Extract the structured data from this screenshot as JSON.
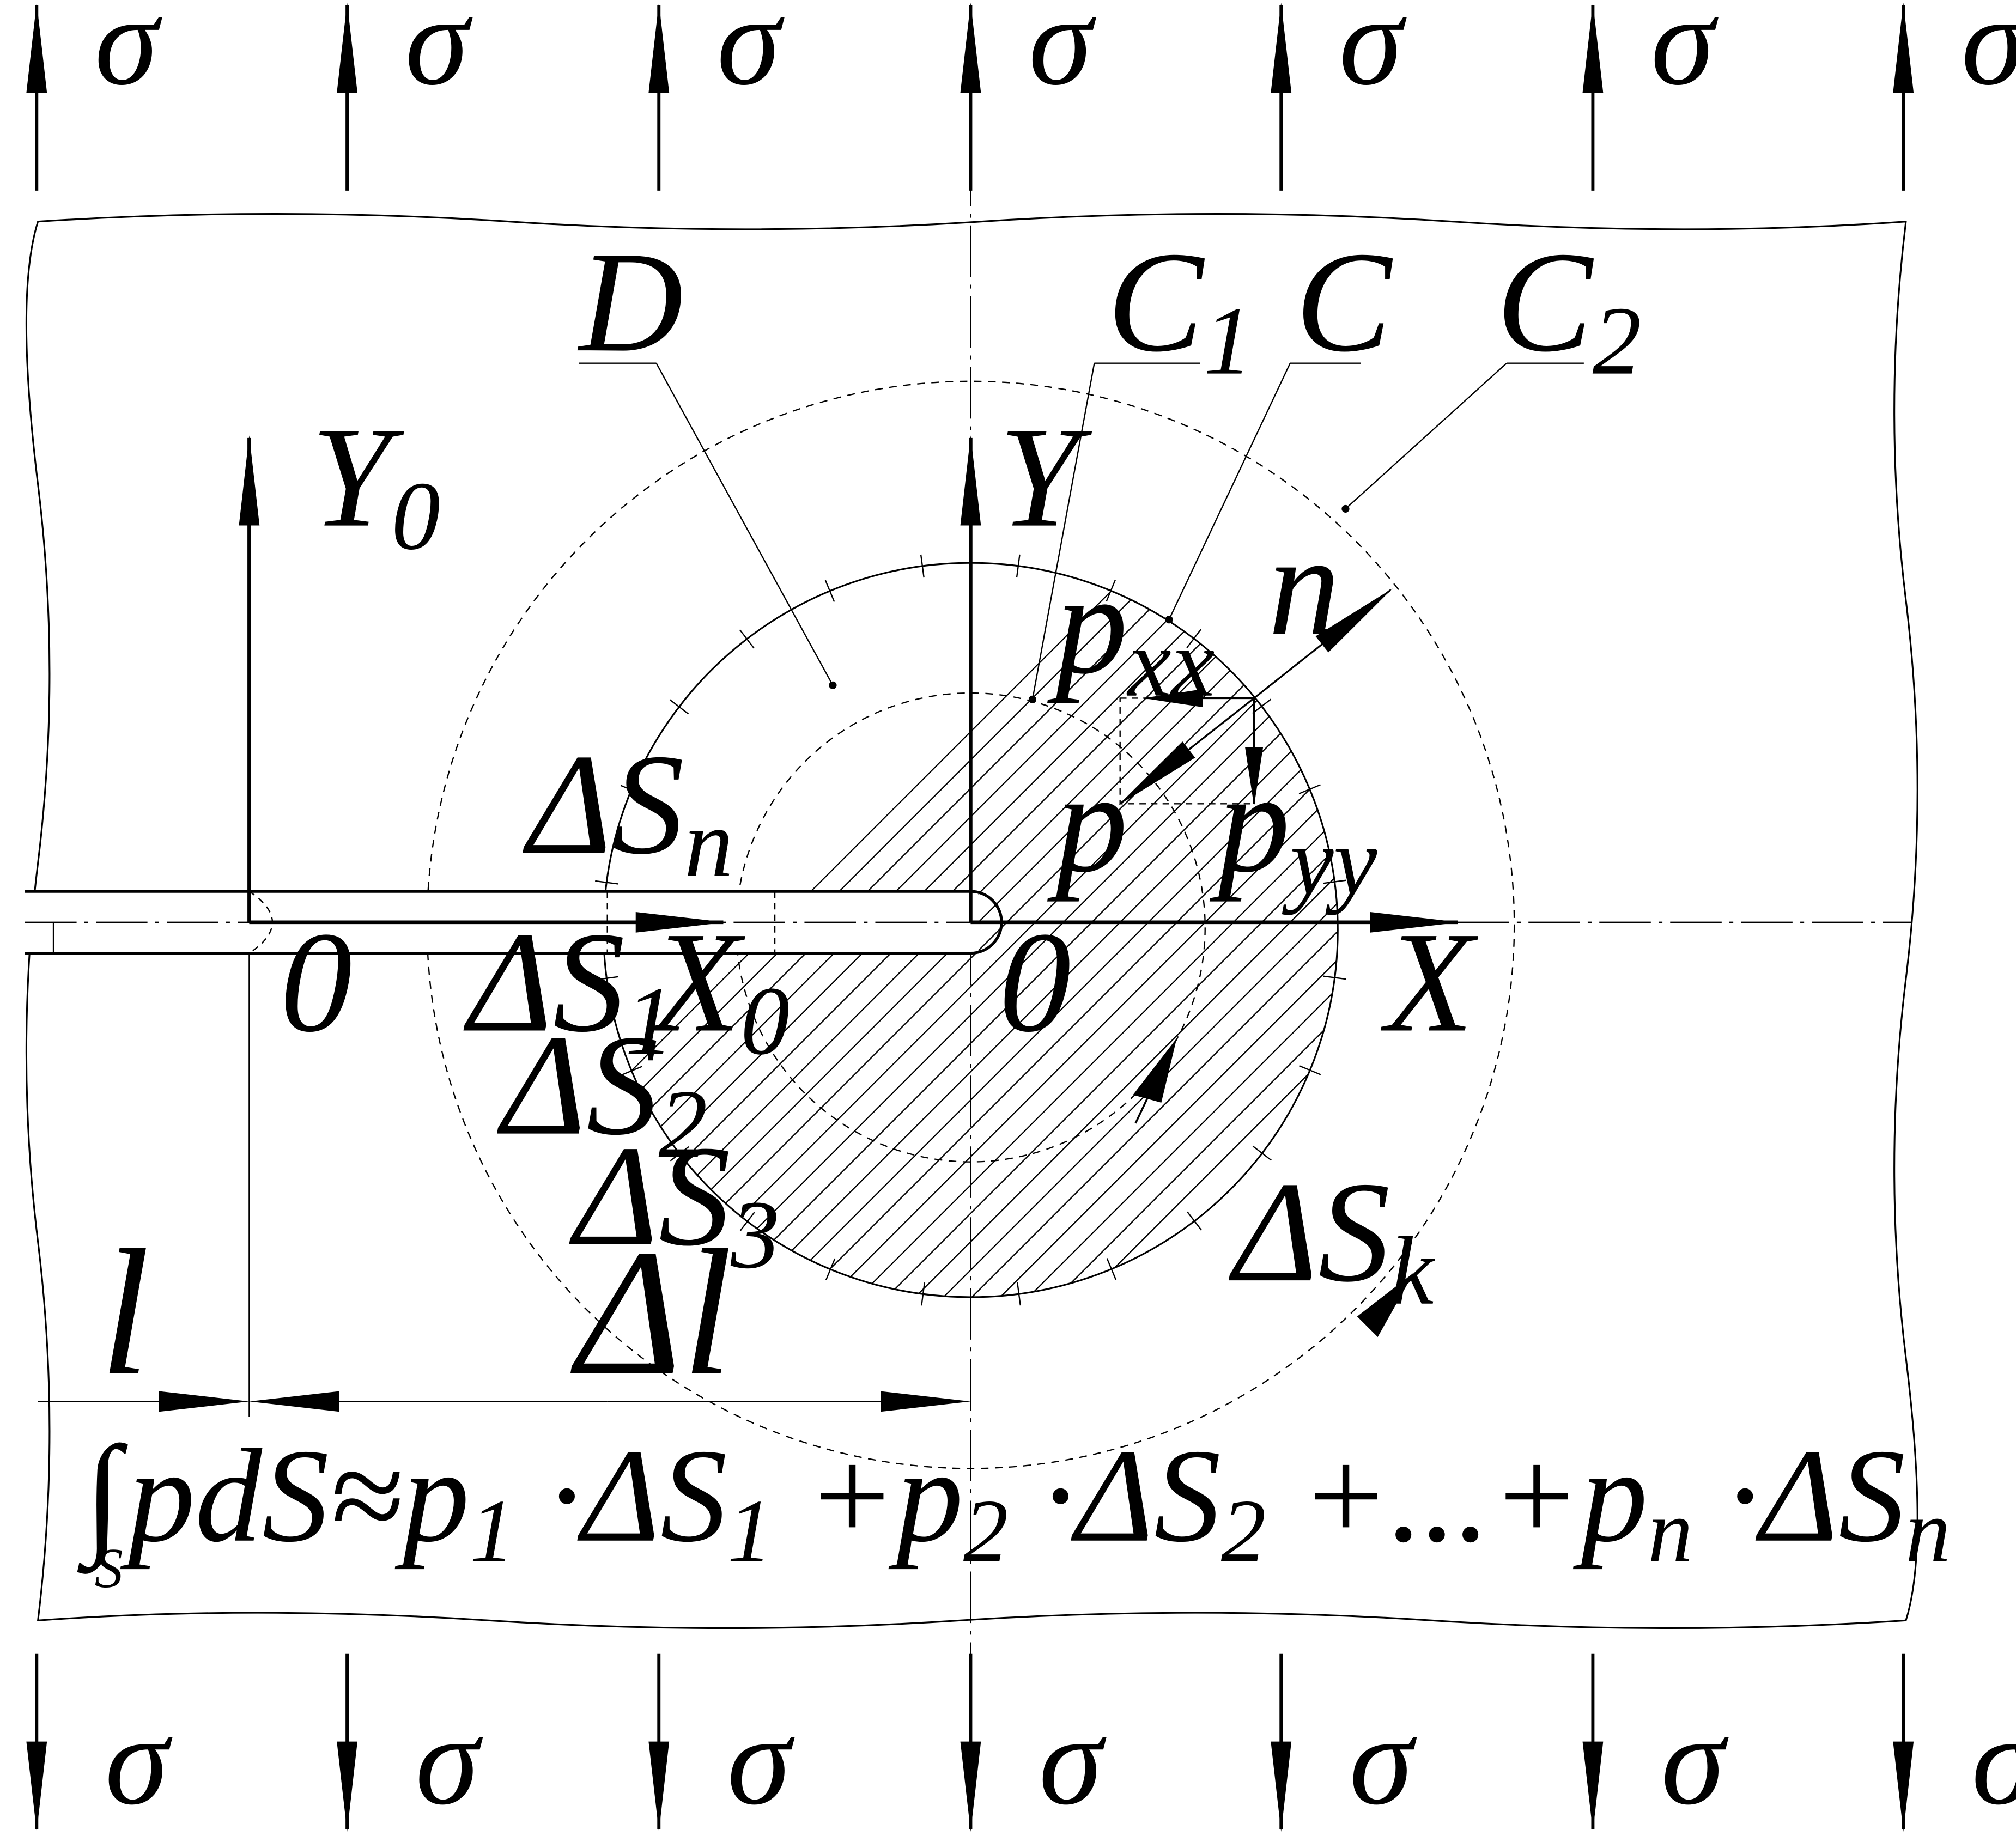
{
  "diagram": {
    "sigma": "σ",
    "region": "D",
    "contour": "C",
    "contour_inner": {
      "main": "C",
      "sub": "1"
    },
    "contour_outer": {
      "main": "C",
      "sub": "2"
    },
    "axis_y0": {
      "main": "Y",
      "sub": "0"
    },
    "axis_x0": {
      "main": "X",
      "sub": "0"
    },
    "axis_y": "Y",
    "axis_x": "X",
    "origin_left": "0",
    "origin_right": "0",
    "normal": "n",
    "traction": "p",
    "p_xx": {
      "main": "p",
      "sub": "xx"
    },
    "p_yy": {
      "main": "p",
      "sub": "yy"
    },
    "dS_n": {
      "main": "ΔS",
      "sub": "n"
    },
    "dS_1": {
      "main": "ΔS",
      "sub": "1"
    },
    "dS_2": {
      "main": "ΔS",
      "sub": "2"
    },
    "dS_3": {
      "main": "ΔS",
      "sub": "3"
    },
    "dS_k": {
      "main": "ΔS",
      "sub": "k"
    },
    "crack_length": "l",
    "crack_increment": "Δl",
    "formula": {
      "integral": "∫",
      "limit": "S",
      "t1": "pdS≈p",
      "s1": "1",
      "t2": " ·ΔS",
      "s2": "1",
      "t3": " +p",
      "s3": "2",
      "t4": " ·ΔS",
      "s4": "2",
      "t5": " +...+p",
      "s5": "n",
      "t6": " ·ΔS",
      "s6": "n"
    }
  }
}
